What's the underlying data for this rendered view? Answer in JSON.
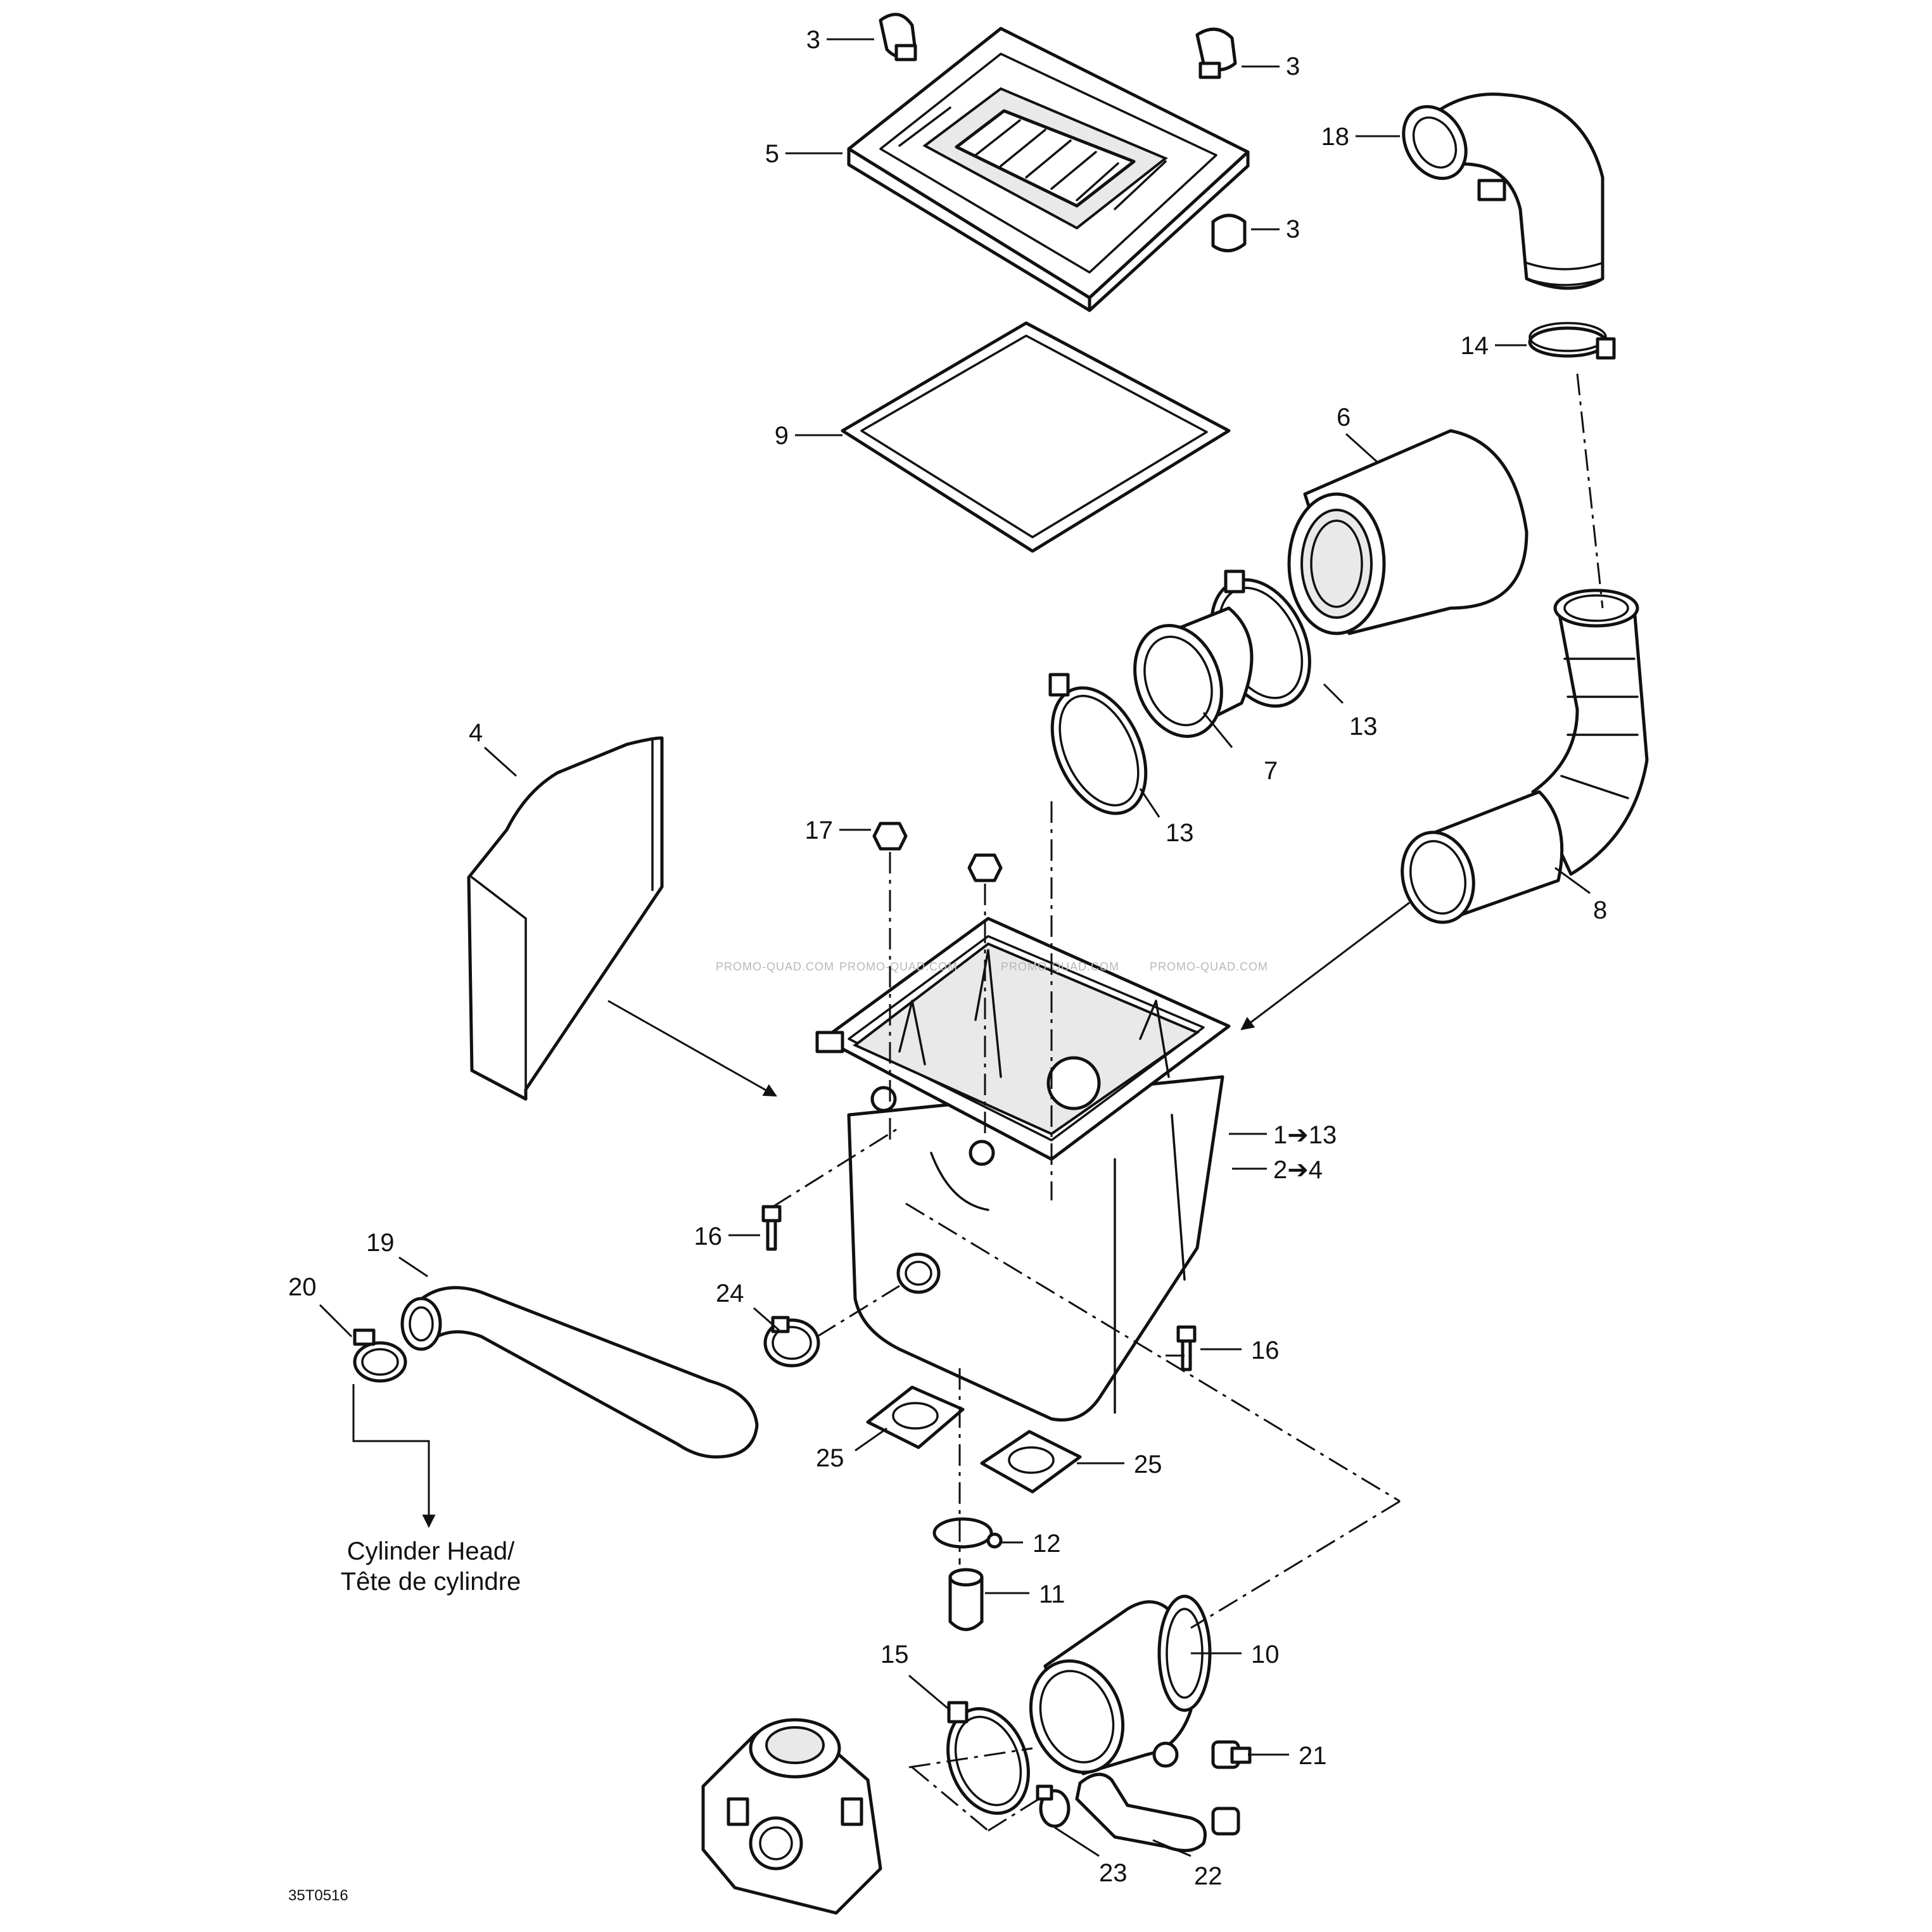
{
  "diagram": {
    "figure_code": "35T0516",
    "watermark": "PROMO-QUAD.COM",
    "destination_note": {
      "line1": "Cylinder Head/",
      "line2": "Tête de cylindre"
    },
    "callouts": {
      "c3a": "3",
      "c3b": "3",
      "c3c": "3",
      "c5": "5",
      "c18": "18",
      "c14": "14",
      "c9": "9",
      "c6": "6",
      "c13a": "13",
      "c13b": "13",
      "c7": "7",
      "c4": "4",
      "c8": "8",
      "c17": "17",
      "c1": "1➔13",
      "c2": "2➔4",
      "c16a": "16",
      "c16b": "16",
      "c19": "19",
      "c20": "20",
      "c24": "24",
      "c25a": "25",
      "c25b": "25",
      "c12": "12",
      "c11": "11",
      "c10": "10",
      "c15": "15",
      "c21": "21",
      "c22": "22",
      "c23": "23"
    }
  }
}
